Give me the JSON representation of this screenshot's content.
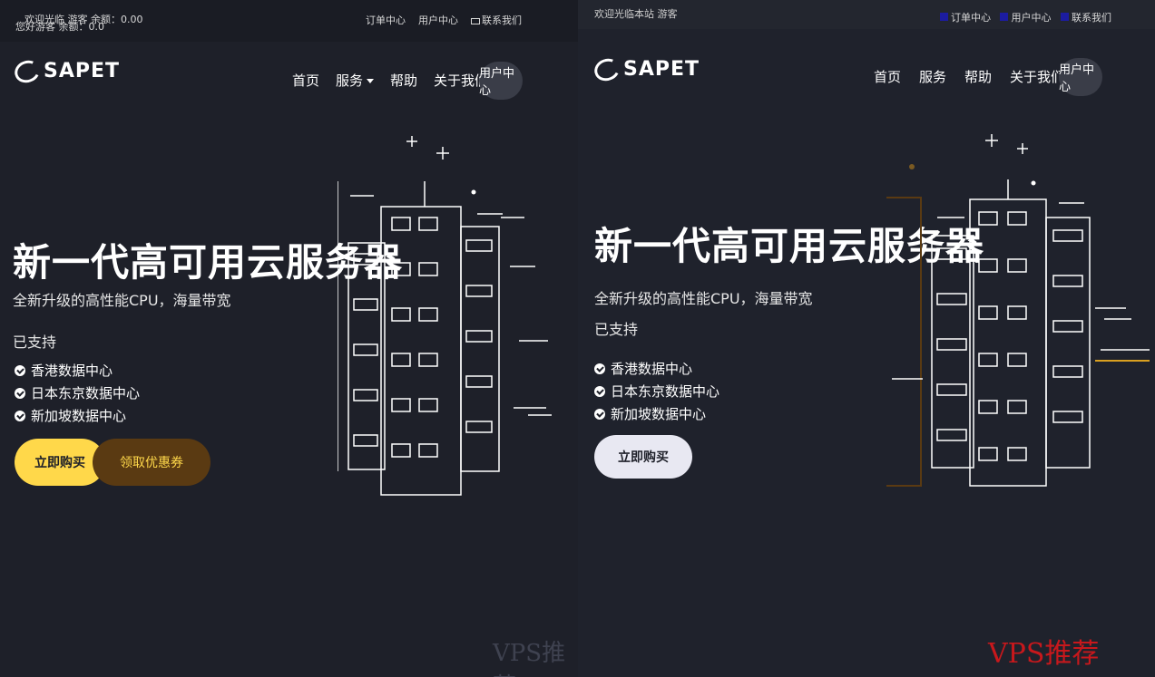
{
  "left": {
    "topbar": {
      "line1": "欢迎光临   游客  余额：0.00",
      "line2": "您好游客   余额：0.0",
      "links": [
        "订单中心",
        "用户中心",
        "联系我们"
      ]
    },
    "logo": "SAPET",
    "nav": [
      {
        "label": "首页",
        "has_dropdown": false
      },
      {
        "label": "服务",
        "has_dropdown": true
      },
      {
        "label": "帮助",
        "has_dropdown": false
      },
      {
        "label": "关于我们",
        "has_dropdown": true
      }
    ],
    "user_button": "用户中心",
    "hero": {
      "title": "新一代高可用云服务器",
      "subtitle": "全新升级的高性能CPU，海量带宽",
      "subtitle2": "已支持"
    },
    "features": [
      "香港数据中心",
      "日本东京数据中心",
      "新加坡数据中心"
    ],
    "cta": {
      "primary": "立即购买",
      "secondary": "领取优惠券"
    },
    "watermark": "VPS推荐"
  },
  "right": {
    "topbar": {
      "line1": "欢迎光临本站     游客",
      "links": [
        "订单中心",
        "用户中心",
        "联系我们"
      ]
    },
    "logo": "SAPET",
    "nav": [
      {
        "label": "首页",
        "has_dropdown": false
      },
      {
        "label": "服务",
        "has_dropdown": false
      },
      {
        "label": "帮助",
        "has_dropdown": false
      },
      {
        "label": "关于我们",
        "has_dropdown": false
      }
    ],
    "user_button": "用户中心",
    "hero": {
      "title": "新一代高可用云服务器",
      "subtitle": "全新升级的高性能CPU，海量带宽",
      "subtitle2": "已支持"
    },
    "features": [
      "香港数据中心",
      "日本东京数据中心",
      "新加坡数据中心"
    ],
    "cta": {
      "primary": "立即购买"
    },
    "watermark": "VPS推荐"
  },
  "colors": {
    "background": "#1e2029",
    "accent_yellow": "#ffd84a",
    "coupon_brown": "#5a3a12",
    "watermark_red": "#c8181c"
  }
}
